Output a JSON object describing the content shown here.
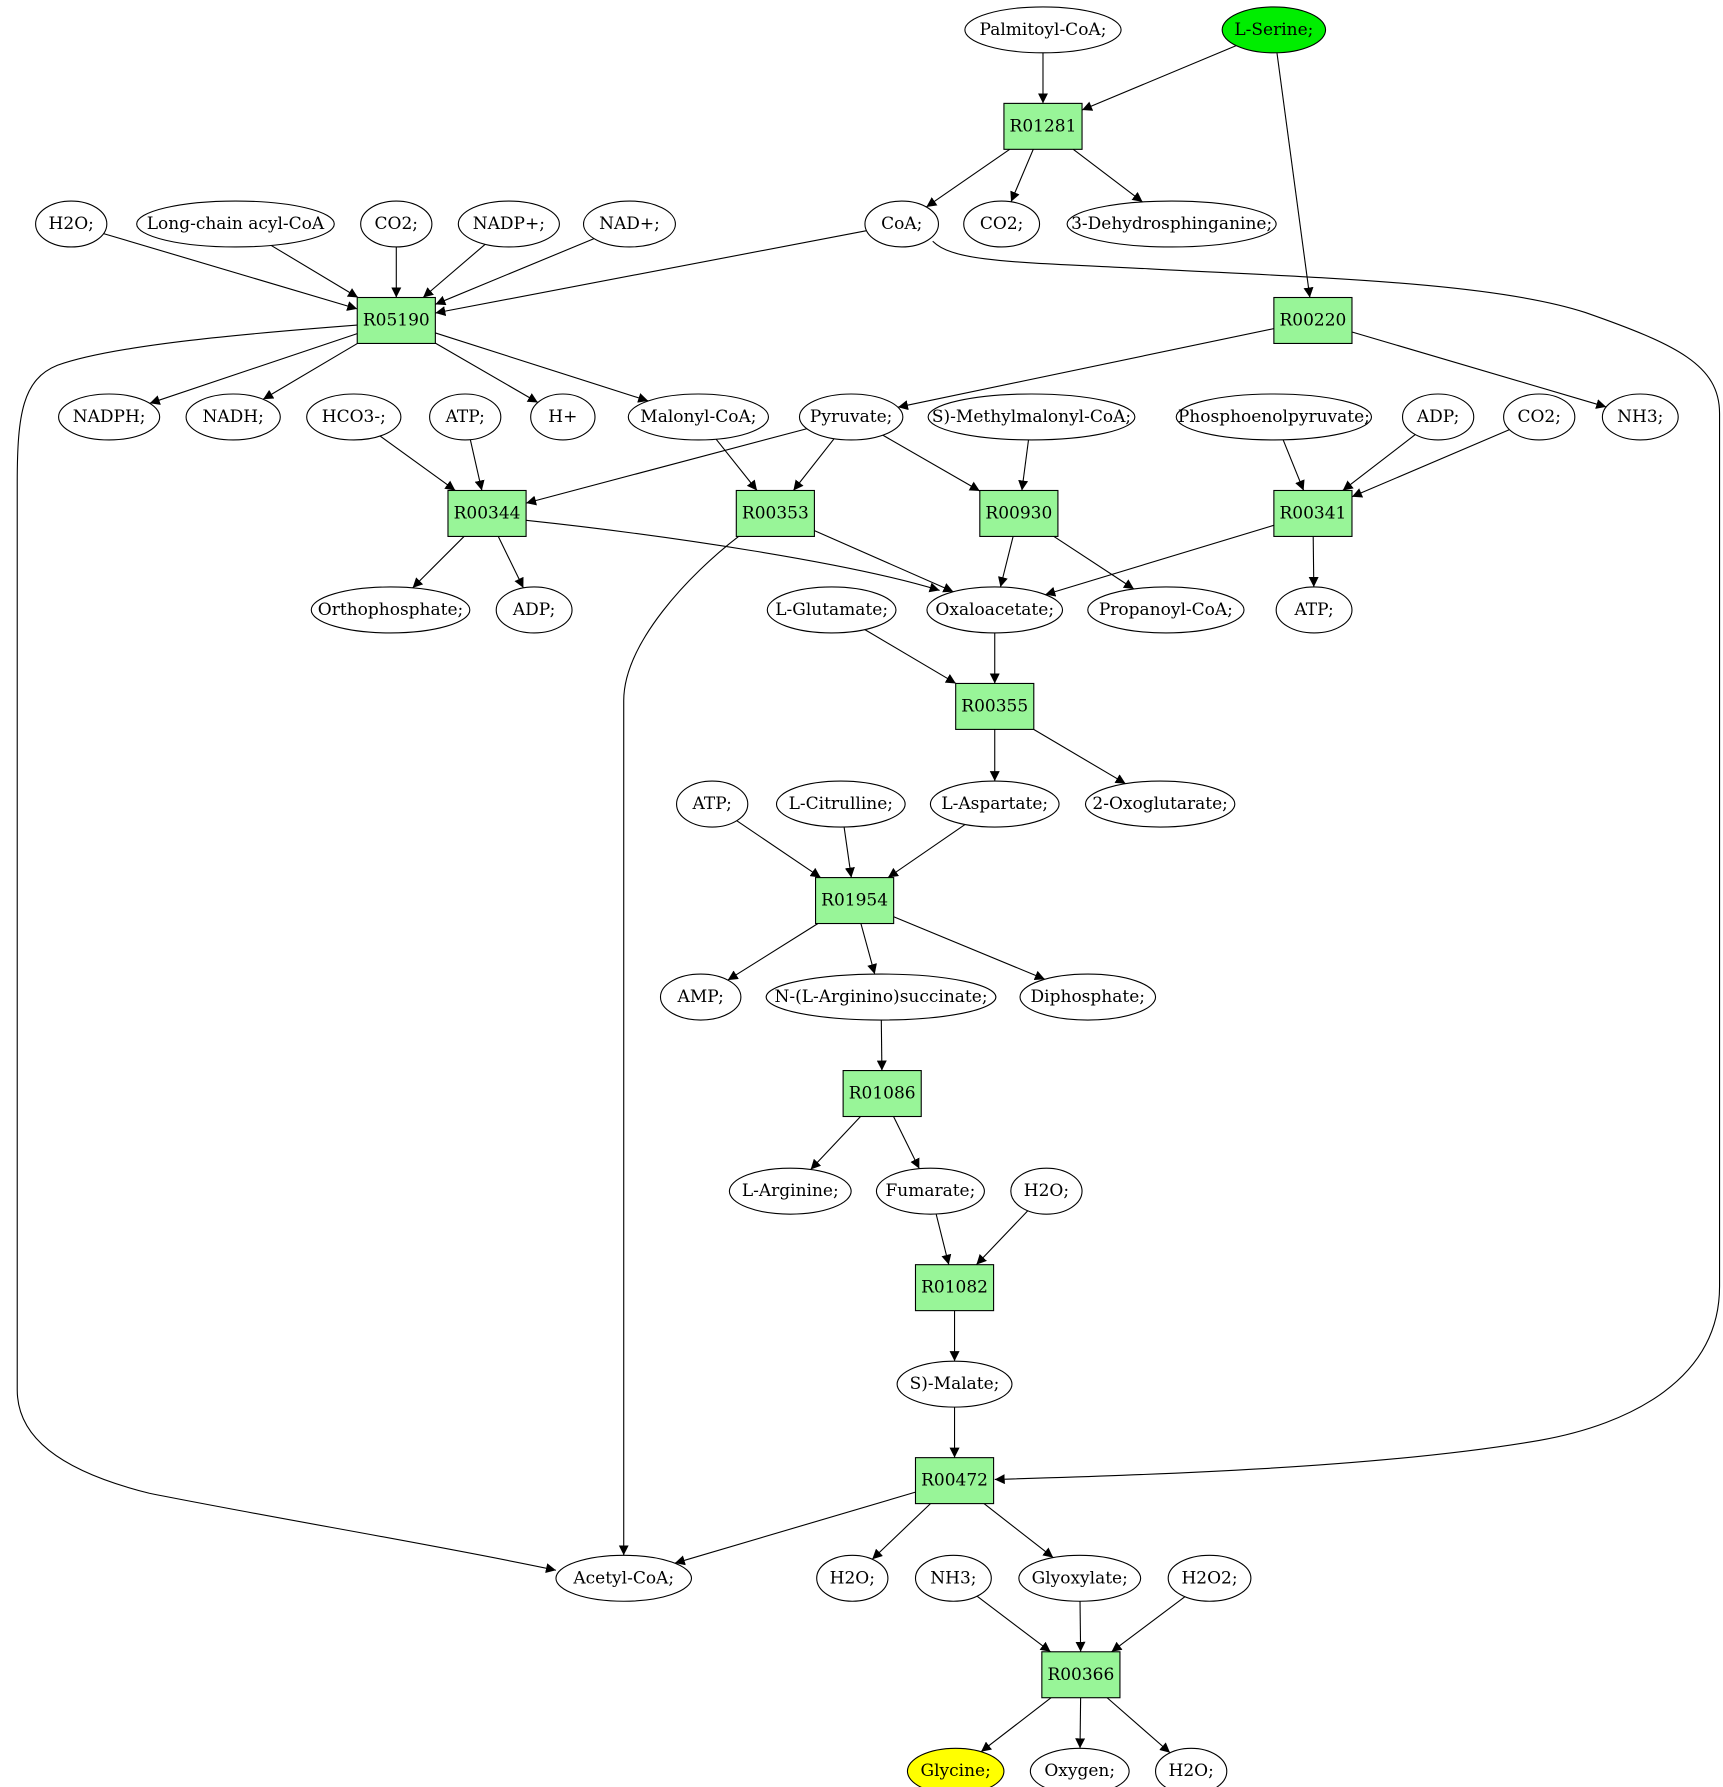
{
  "colors": {
    "reaction_fill": "#98f598",
    "metabolite_fill": "#ffffff",
    "source_fill": "#00ee00",
    "target_fill": "#ffff00",
    "stroke": "#000000"
  },
  "nodes": [
    {
      "id": "m_palmitoyl_coa",
      "label": "Palmitoyl-CoA;",
      "type": "metabolite"
    },
    {
      "id": "m_l_serine",
      "label": "L-Serine;",
      "type": "source"
    },
    {
      "id": "r_R01281",
      "label": "R01281",
      "type": "reaction"
    },
    {
      "id": "m_h2o_1",
      "label": "H2O;",
      "type": "metabolite"
    },
    {
      "id": "m_long_chain_acyl_coa",
      "label": "Long-chain acyl-CoA",
      "type": "metabolite"
    },
    {
      "id": "m_co2_1",
      "label": "CO2;",
      "type": "metabolite"
    },
    {
      "id": "m_nadp_plus",
      "label": "NADP+;",
      "type": "metabolite"
    },
    {
      "id": "m_nad_plus",
      "label": "NAD+;",
      "type": "metabolite"
    },
    {
      "id": "m_coa",
      "label": "CoA;",
      "type": "metabolite"
    },
    {
      "id": "m_co2_2",
      "label": "CO2;",
      "type": "metabolite"
    },
    {
      "id": "m_3_dehydrosphinganine",
      "label": "3-Dehydrosphinganine;",
      "type": "metabolite"
    },
    {
      "id": "r_R05190",
      "label": "R05190",
      "type": "reaction"
    },
    {
      "id": "r_R00220",
      "label": "R00220",
      "type": "reaction"
    },
    {
      "id": "m_nadph",
      "label": "NADPH;",
      "type": "metabolite"
    },
    {
      "id": "m_nadh",
      "label": "NADH;",
      "type": "metabolite"
    },
    {
      "id": "m_hco3",
      "label": "HCO3-;",
      "type": "metabolite"
    },
    {
      "id": "m_atp_1",
      "label": "ATP;",
      "type": "metabolite"
    },
    {
      "id": "m_h_plus",
      "label": "H+",
      "type": "metabolite"
    },
    {
      "id": "m_malonyl_coa",
      "label": "Malonyl-CoA;",
      "type": "metabolite"
    },
    {
      "id": "m_pyruvate",
      "label": "Pyruvate;",
      "type": "metabolite"
    },
    {
      "id": "m_s_methylmalonyl_coa",
      "label": "S)-Methylmalonyl-CoA;",
      "type": "metabolite"
    },
    {
      "id": "m_phosphoenolpyruvate",
      "label": "Phosphoenolpyruvate;",
      "type": "metabolite"
    },
    {
      "id": "m_adp_1",
      "label": "ADP;",
      "type": "metabolite"
    },
    {
      "id": "m_co2_3",
      "label": "CO2;",
      "type": "metabolite"
    },
    {
      "id": "m_nh3_1",
      "label": "NH3;",
      "type": "metabolite"
    },
    {
      "id": "r_R00344",
      "label": "R00344",
      "type": "reaction"
    },
    {
      "id": "r_R00353",
      "label": "R00353",
      "type": "reaction"
    },
    {
      "id": "r_R00930",
      "label": "R00930",
      "type": "reaction"
    },
    {
      "id": "r_R00341",
      "label": "R00341",
      "type": "reaction"
    },
    {
      "id": "m_orthophosphate",
      "label": "Orthophosphate;",
      "type": "metabolite"
    },
    {
      "id": "m_adp_2",
      "label": "ADP;",
      "type": "metabolite"
    },
    {
      "id": "m_l_glutamate",
      "label": "L-Glutamate;",
      "type": "metabolite"
    },
    {
      "id": "m_oxaloacetate",
      "label": "Oxaloacetate;",
      "type": "metabolite"
    },
    {
      "id": "m_propanoyl_coa",
      "label": "Propanoyl-CoA;",
      "type": "metabolite"
    },
    {
      "id": "m_atp_2",
      "label": "ATP;",
      "type": "metabolite"
    },
    {
      "id": "r_R00355",
      "label": "R00355",
      "type": "reaction"
    },
    {
      "id": "m_atp_3",
      "label": "ATP;",
      "type": "metabolite"
    },
    {
      "id": "m_l_citrulline",
      "label": "L-Citrulline;",
      "type": "metabolite"
    },
    {
      "id": "m_l_aspartate",
      "label": "L-Aspartate;",
      "type": "metabolite"
    },
    {
      "id": "m_2_oxoglutarate",
      "label": "2-Oxoglutarate;",
      "type": "metabolite"
    },
    {
      "id": "r_R01954",
      "label": "R01954",
      "type": "reaction"
    },
    {
      "id": "m_amp",
      "label": "AMP;",
      "type": "metabolite"
    },
    {
      "id": "m_n_l_argininosuccinate",
      "label": "N-(L-Arginino)succinate;",
      "type": "metabolite"
    },
    {
      "id": "m_diphosphate",
      "label": "Diphosphate;",
      "type": "metabolite"
    },
    {
      "id": "r_R01086",
      "label": "R01086",
      "type": "reaction"
    },
    {
      "id": "m_l_arginine",
      "label": "L-Arginine;",
      "type": "metabolite"
    },
    {
      "id": "m_fumarate",
      "label": "Fumarate;",
      "type": "metabolite"
    },
    {
      "id": "m_h2o_2",
      "label": "H2O;",
      "type": "metabolite"
    },
    {
      "id": "r_R01082",
      "label": "R01082",
      "type": "reaction"
    },
    {
      "id": "m_s_malate",
      "label": "S)-Malate;",
      "type": "metabolite"
    },
    {
      "id": "r_R00472",
      "label": "R00472",
      "type": "reaction"
    },
    {
      "id": "m_acetyl_coa",
      "label": "Acetyl-CoA;",
      "type": "metabolite"
    },
    {
      "id": "m_h2o_3",
      "label": "H2O;",
      "type": "metabolite"
    },
    {
      "id": "m_nh3_2",
      "label": "NH3;",
      "type": "metabolite"
    },
    {
      "id": "m_glyoxylate",
      "label": "Glyoxylate;",
      "type": "metabolite"
    },
    {
      "id": "m_h2o2",
      "label": "H2O2;",
      "type": "metabolite"
    },
    {
      "id": "r_R00366",
      "label": "R00366",
      "type": "reaction"
    },
    {
      "id": "m_glycine",
      "label": "Glycine;",
      "type": "target"
    },
    {
      "id": "m_oxygen",
      "label": "Oxygen;",
      "type": "metabolite"
    },
    {
      "id": "m_h2o_4",
      "label": "H2O;",
      "type": "metabolite"
    }
  ],
  "edges": [
    {
      "from": "m_palmitoyl_coa",
      "to": "r_R01281"
    },
    {
      "from": "m_l_serine",
      "to": "r_R01281"
    },
    {
      "from": "m_l_serine",
      "to": "r_R00220"
    },
    {
      "from": "r_R01281",
      "to": "m_coa"
    },
    {
      "from": "r_R01281",
      "to": "m_co2_2"
    },
    {
      "from": "r_R01281",
      "to": "m_3_dehydrosphinganine"
    },
    {
      "from": "m_h2o_1",
      "to": "r_R05190"
    },
    {
      "from": "m_long_chain_acyl_coa",
      "to": "r_R05190"
    },
    {
      "from": "m_co2_1",
      "to": "r_R05190"
    },
    {
      "from": "m_nadp_plus",
      "to": "r_R05190"
    },
    {
      "from": "m_nad_plus",
      "to": "r_R05190"
    },
    {
      "from": "m_coa",
      "to": "r_R05190"
    },
    {
      "from": "m_coa",
      "to": "r_R00472"
    },
    {
      "from": "r_R05190",
      "to": "m_nadph"
    },
    {
      "from": "r_R05190",
      "to": "m_nadh"
    },
    {
      "from": "r_R05190",
      "to": "m_h_plus"
    },
    {
      "from": "r_R05190",
      "to": "m_malonyl_coa"
    },
    {
      "from": "r_R05190",
      "to": "m_acetyl_coa"
    },
    {
      "from": "r_R00220",
      "to": "m_pyruvate"
    },
    {
      "from": "r_R00220",
      "to": "m_nh3_1"
    },
    {
      "from": "m_hco3",
      "to": "r_R00344"
    },
    {
      "from": "m_atp_1",
      "to": "r_R00344"
    },
    {
      "from": "m_pyruvate",
      "to": "r_R00344"
    },
    {
      "from": "m_pyruvate",
      "to": "r_R00353"
    },
    {
      "from": "m_pyruvate",
      "to": "r_R00930"
    },
    {
      "from": "m_malonyl_coa",
      "to": "r_R00353"
    },
    {
      "from": "m_s_methylmalonyl_coa",
      "to": "r_R00930"
    },
    {
      "from": "m_phosphoenolpyruvate",
      "to": "r_R00341"
    },
    {
      "from": "m_adp_1",
      "to": "r_R00341"
    },
    {
      "from": "m_co2_3",
      "to": "r_R00341"
    },
    {
      "from": "r_R00344",
      "to": "m_orthophosphate"
    },
    {
      "from": "r_R00344",
      "to": "m_adp_2"
    },
    {
      "from": "r_R00344",
      "to": "m_oxaloacetate"
    },
    {
      "from": "r_R00353",
      "to": "m_oxaloacetate"
    },
    {
      "from": "r_R00353",
      "to": "m_acetyl_coa"
    },
    {
      "from": "r_R00930",
      "to": "m_oxaloacetate"
    },
    {
      "from": "r_R00930",
      "to": "m_propanoyl_coa"
    },
    {
      "from": "r_R00341",
      "to": "m_oxaloacetate"
    },
    {
      "from": "r_R00341",
      "to": "m_atp_2"
    },
    {
      "from": "m_l_glutamate",
      "to": "r_R00355"
    },
    {
      "from": "m_oxaloacetate",
      "to": "r_R00355"
    },
    {
      "from": "r_R00355",
      "to": "m_l_aspartate"
    },
    {
      "from": "r_R00355",
      "to": "m_2_oxoglutarate"
    },
    {
      "from": "m_atp_3",
      "to": "r_R01954"
    },
    {
      "from": "m_l_citrulline",
      "to": "r_R01954"
    },
    {
      "from": "m_l_aspartate",
      "to": "r_R01954"
    },
    {
      "from": "r_R01954",
      "to": "m_amp"
    },
    {
      "from": "r_R01954",
      "to": "m_n_l_argininosuccinate"
    },
    {
      "from": "r_R01954",
      "to": "m_diphosphate"
    },
    {
      "from": "m_n_l_argininosuccinate",
      "to": "r_R01086"
    },
    {
      "from": "r_R01086",
      "to": "m_l_arginine"
    },
    {
      "from": "r_R01086",
      "to": "m_fumarate"
    },
    {
      "from": "m_fumarate",
      "to": "r_R01082"
    },
    {
      "from": "m_h2o_2",
      "to": "r_R01082"
    },
    {
      "from": "r_R01082",
      "to": "m_s_malate"
    },
    {
      "from": "m_s_malate",
      "to": "r_R00472"
    },
    {
      "from": "r_R00472",
      "to": "m_acetyl_coa"
    },
    {
      "from": "r_R00472",
      "to": "m_h2o_3"
    },
    {
      "from": "r_R00472",
      "to": "m_glyoxylate"
    },
    {
      "from": "m_nh3_2",
      "to": "r_R00366"
    },
    {
      "from": "m_glyoxylate",
      "to": "r_R00366"
    },
    {
      "from": "m_h2o2",
      "to": "r_R00366"
    },
    {
      "from": "r_R00366",
      "to": "m_glycine"
    },
    {
      "from": "r_R00366",
      "to": "m_oxygen"
    },
    {
      "from": "r_R00366",
      "to": "m_h2o_4"
    }
  ]
}
